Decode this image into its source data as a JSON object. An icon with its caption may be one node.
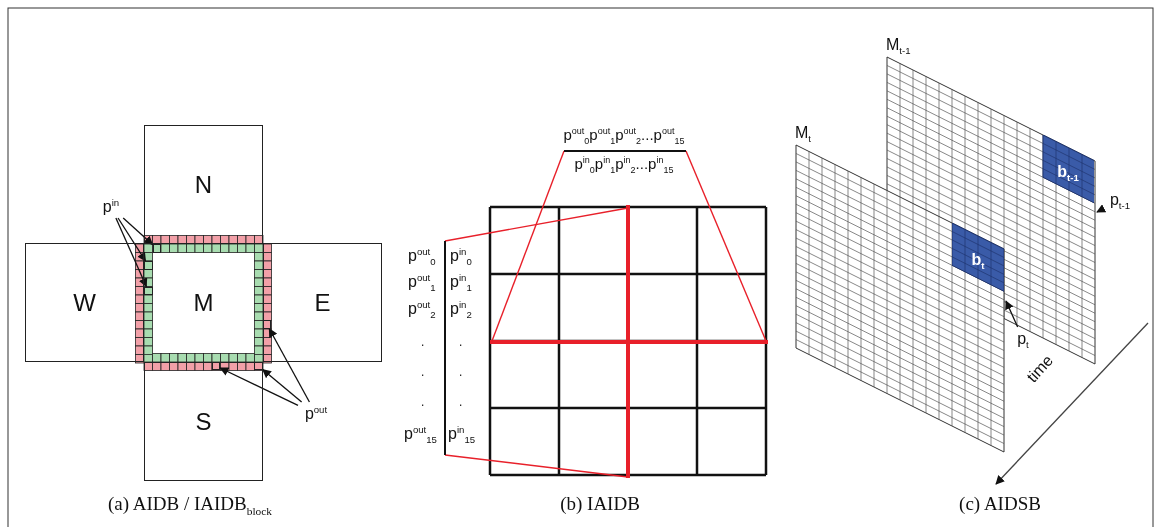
{
  "diagram": {
    "nodes": [
      {
        "text": [
          "N"
        ]
      },
      {
        "text": [
          "W"
        ]
      },
      {
        "text": [
          "M"
        ]
      },
      {
        "text": [
          "E"
        ]
      },
      {
        "text": [
          "S"
        ]
      },
      {
        "text": [
          "p$^{in}$"
        ]
      },
      {
        "text": [
          "p$^{out}$"
        ]
      },
      {
        "text": [
          "b$_{t}$"
        ]
      },
      {
        "text": [
          "p$_{t}$"
        ]
      },
      {
        "text": [
          "b$_{t-1}$"
        ]
      },
      {
        "text": [
          "p$_{t-1}$"
        ]
      },
      {
        "text": [],
        "shape": "box"
      },
      {
        "text": [],
        "shape": "box"
      },
      {
        "text": [],
        "shape": "box"
      },
      {
        "text": [],
        "shape": "box",
        "in": 4
      },
      {
        "text": [],
        "shape": "box",
        "in": 4
      },
      {
        "text": [],
        "shape": "box",
        "in": 3
      }
    ],
    "edges": [
      {
        "from": 5,
        "to": 11,
        "arrow": "to"
      },
      {
        "from": 5,
        "to": 12,
        "arrow": "to"
      },
      {
        "from": 5,
        "to": 13,
        "arrow": "to"
      },
      {
        "from": 6,
        "to": 14,
        "arrow": "to"
      },
      {
        "from": 6,
        "to": 15,
        "arrow": "to"
      },
      {
        "from": 6,
        "to": 16,
        "arrow": "to"
      },
      {
        "from": 8,
        "to": 7,
        "arrow": "to"
      },
      {
        "from": 10,
        "to": 9,
        "arrow": "to"
      }
    ],
    "labels": [
      "(a) AIDB / IAIDB$_{block}$",
      "p$^{out}$$_{0}$p$^{out}$$_{1}$p$^{out}$$_{2}$...p$^{out}$$_{15}$",
      "p$^{in}$$_{0}$p$^{in}$$_{1}$p$^{in}$$_{2}$...p$^{in}$$_{15}$",
      "p$^{out}$$_{0}$",
      "p$^{in}$$_{0}$",
      "p$^{out}$$_{1}$",
      "p$^{in}$$_{1}$",
      "p$^{out}$$_{2}$",
      "p$^{in}$$_{2}$",
      ".",
      ".",
      ".",
      ".",
      ".",
      ".",
      "p$^{out}$$_{15}$",
      "p$^{in}$$_{15}$",
      "(b) IAIDB",
      "M$_{t-1}$",
      "M$_{t}$",
      "time",
      "(c) AIDSB"
    ]
  }
}
